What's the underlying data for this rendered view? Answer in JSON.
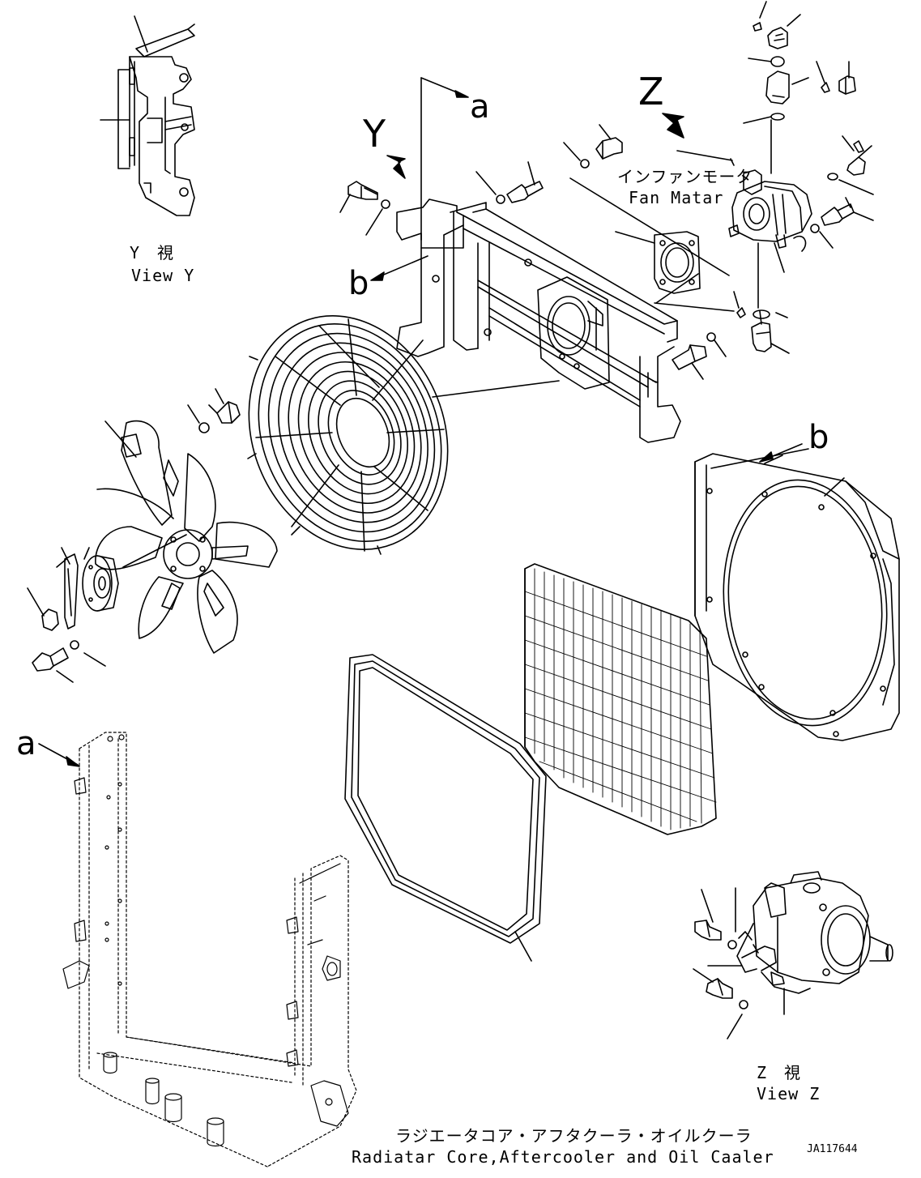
{
  "view_labels": {
    "view_y_jp": "Y　視",
    "view_y_en": "View Y",
    "view_z_jp": "Z　視",
    "view_z_en": "View Z"
  },
  "callouts": {
    "y": "Y",
    "z": "Z",
    "a_top": "a",
    "b_left": "b",
    "b_right": "b",
    "a_bottom": "a"
  },
  "fan_motor": {
    "jp": "インファンモータ",
    "en": "Fan Matar"
  },
  "caption": {
    "jp": "ラジエータコア・アフタクーラ・オイルクーラ",
    "en": "Radiatar Core,Aftercooler and Oil Caaler"
  },
  "drawing_id": "JA117644"
}
